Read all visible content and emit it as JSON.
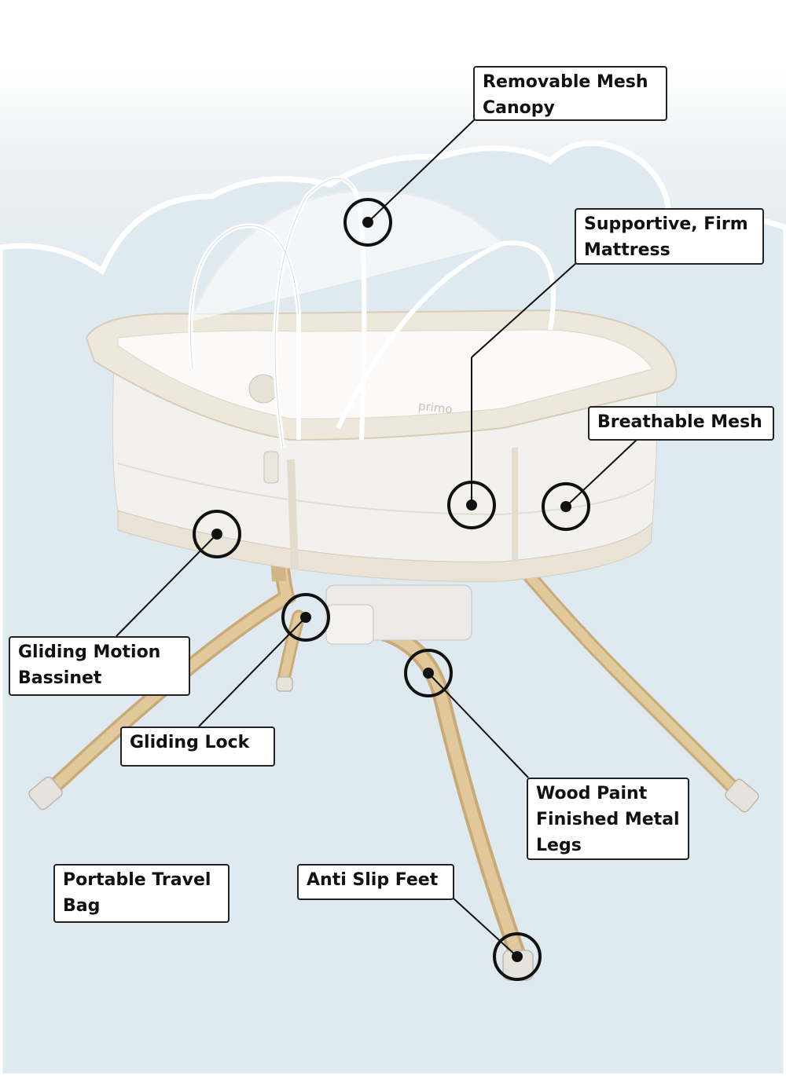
{
  "product": {
    "brand_mark": "primo"
  },
  "callouts": {
    "canopy": "Removable Mesh\nCanopy",
    "mattress": "Supportive, Firm\nMattress",
    "mesh": "Breathable Mesh",
    "gliding_motion": "Gliding Motion\nBassinet",
    "gliding_lock": "Gliding Lock",
    "legs": "Wood Paint\nFinished Metal\nLegs",
    "travel_bag": "Portable Travel\nBag",
    "feet": "Anti Slip Feet"
  },
  "colors": {
    "sky": "#e3ecf2",
    "fabric": "#eae3d6",
    "wood": "#d9bf8f",
    "outline": "#111111"
  }
}
